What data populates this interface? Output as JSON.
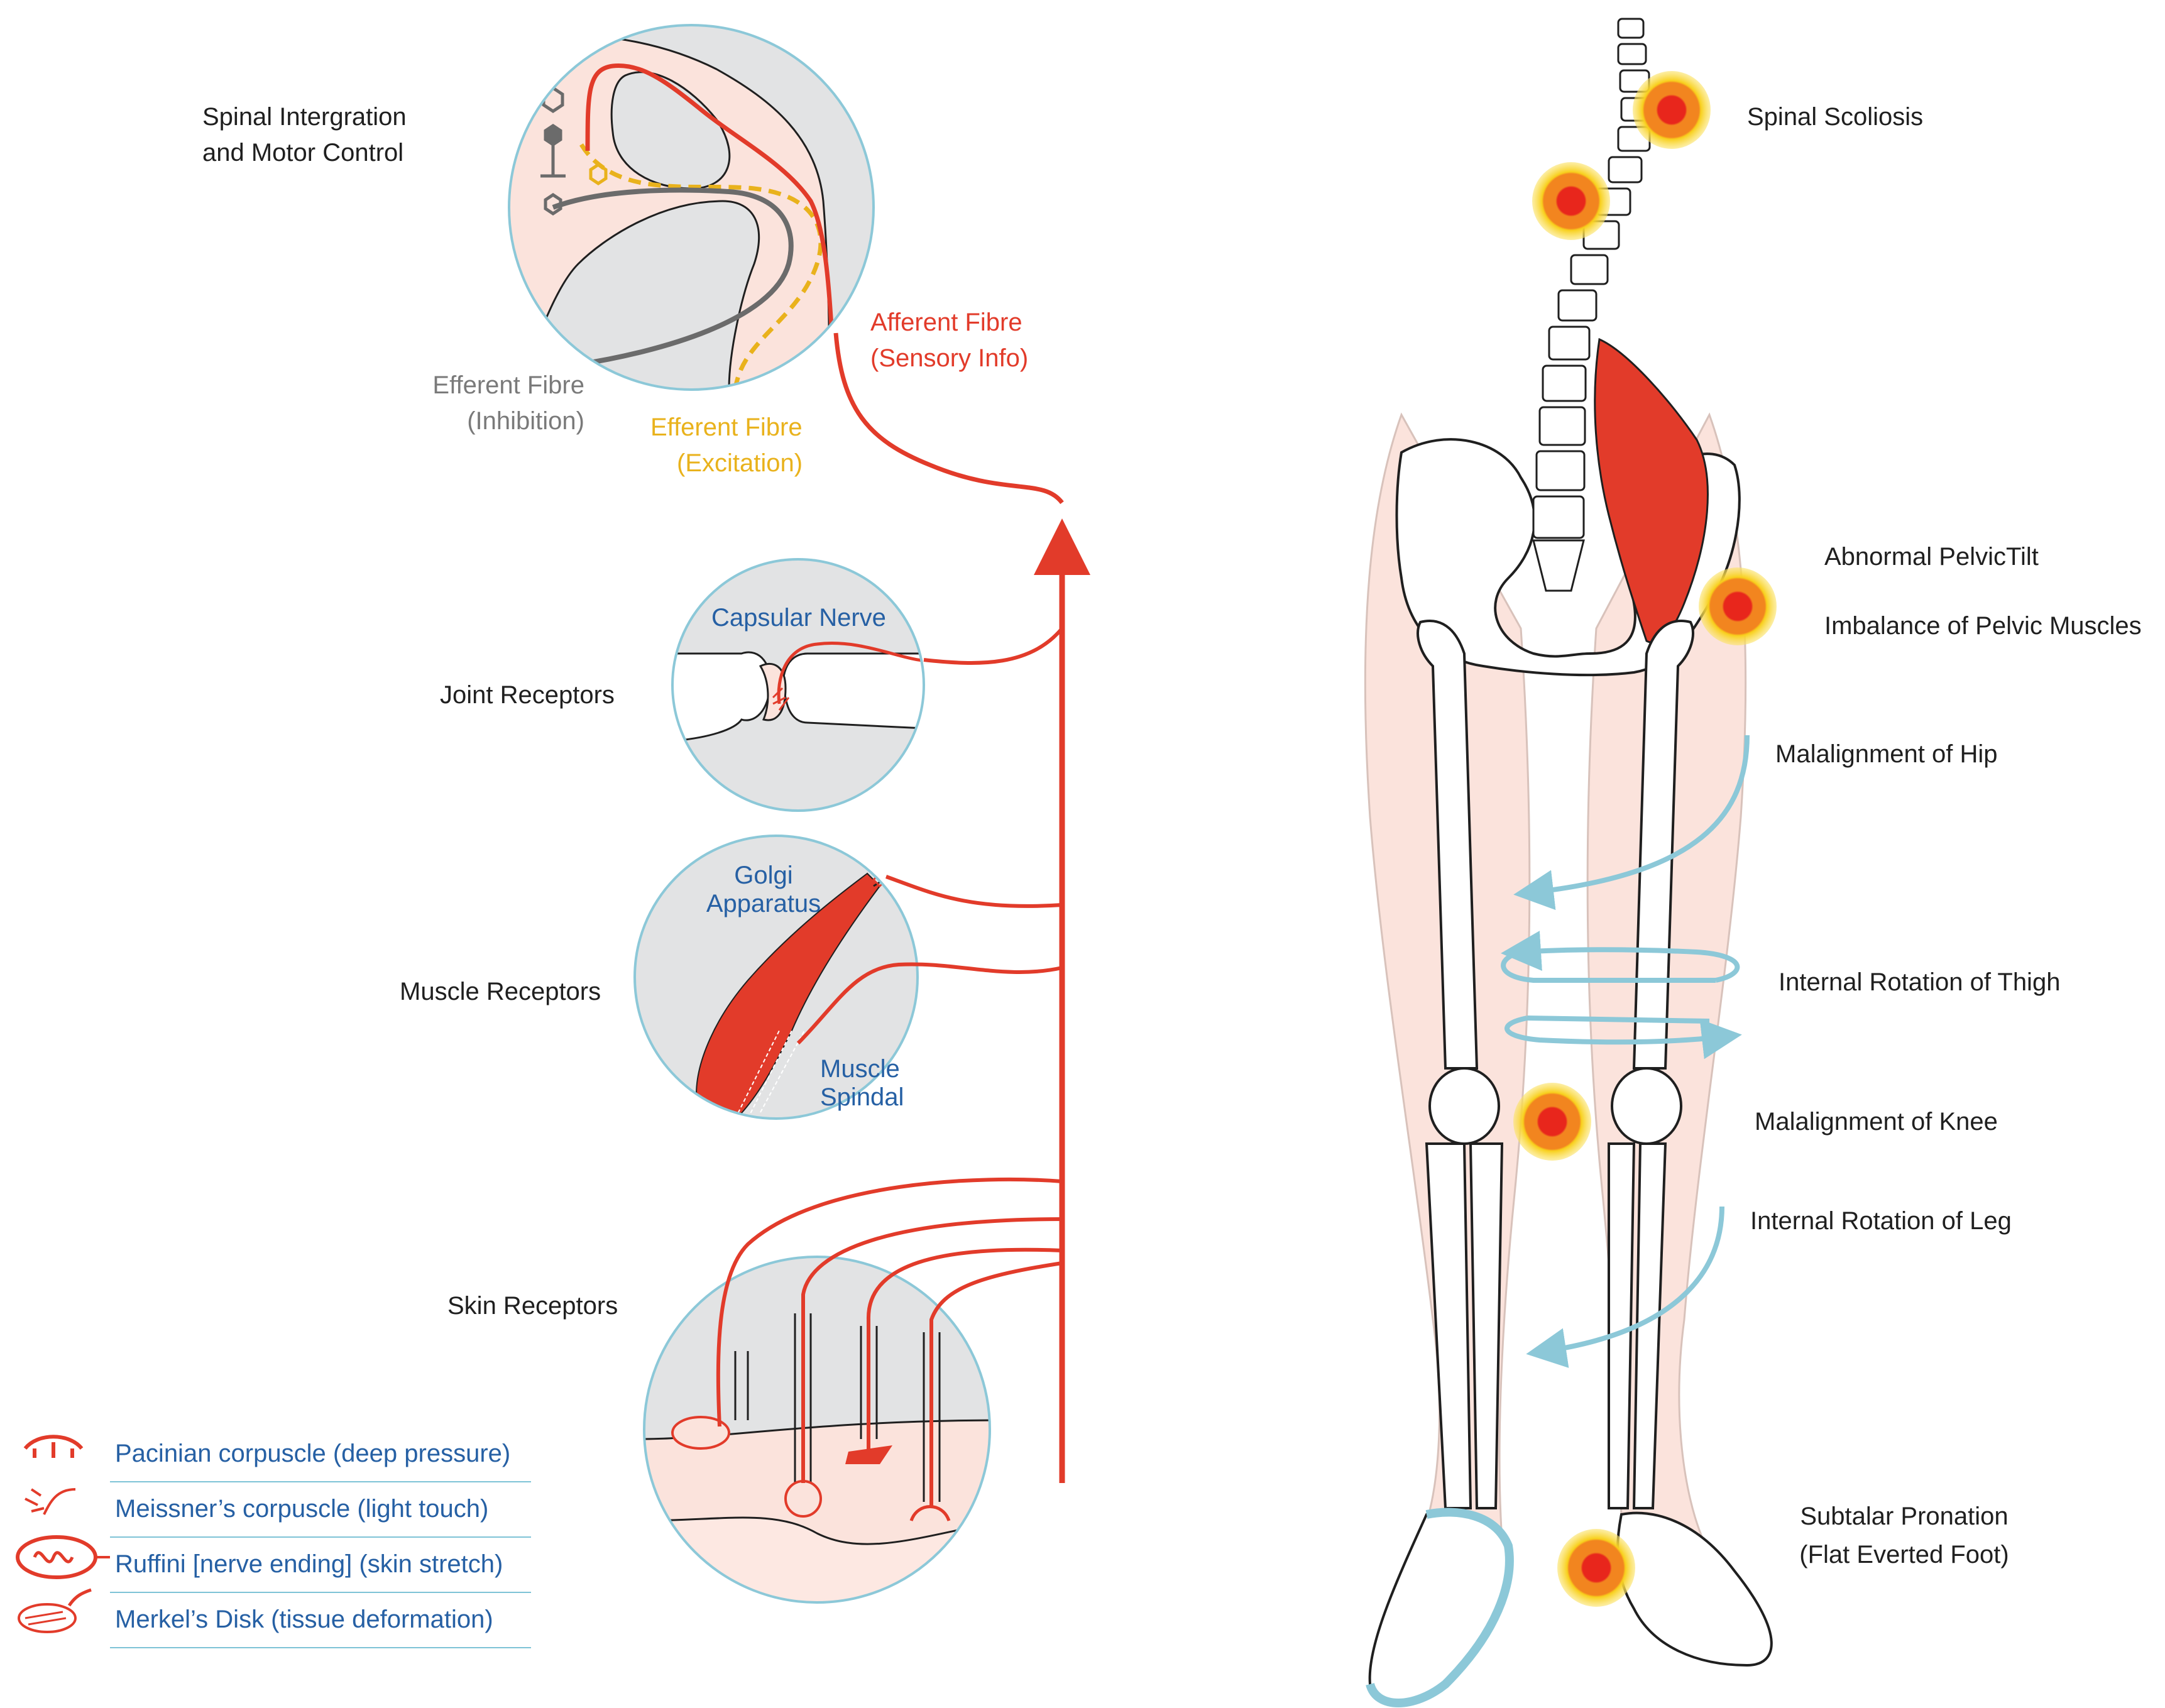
{
  "left_panel": {
    "spinal": {
      "title_line1": "Spinal Intergration",
      "title_line2": "and Motor Control"
    },
    "afferent": {
      "line1": "Afferent Fibre",
      "line2": "(Sensory Info)"
    },
    "efferent_inhibition": {
      "line1": "Efferent Fibre",
      "line2": "(Inhibition)"
    },
    "efferent_excitation": {
      "line1": "Efferent Fibre",
      "line2": "(Excitation)"
    },
    "joint": {
      "label": "Joint Receptors",
      "inset_label": "Capsular Nerve"
    },
    "muscle": {
      "label": "Muscle Receptors",
      "golgi_line1": "Golgi",
      "golgi_line2": "Apparatus",
      "spindle_line1": "Muscle",
      "spindle_line2": "Spindal"
    },
    "skin": {
      "label": "Skin Receptors"
    }
  },
  "legend": [
    {
      "label": "Pacinian corpuscle (deep pressure)",
      "icon": "pacinian-icon"
    },
    {
      "label": "Meissner’s corpuscle (light touch)",
      "icon": "meissner-icon"
    },
    {
      "label": "Ruffini [nerve ending] (skin stretch)",
      "icon": "ruffini-icon"
    },
    {
      "label": "Merkel’s Disk (tissue deformation)",
      "icon": "merkel-icon"
    }
  ],
  "right_panel": {
    "spinal_scoliosis": "Spinal Scoliosis",
    "pelvic_tilt": "Abnormal PelvicTilt",
    "pelvic_muscles": "Imbalance of Pelvic Muscles",
    "hip": "Malalignment of Hip",
    "thigh": "Internal Rotation of Thigh",
    "knee": "Malalignment of Knee",
    "leg": "Internal Rotation of Leg",
    "subtalar_line1": "Subtalar Pronation",
    "subtalar_line2": "(Flat Everted Foot)"
  },
  "colors": {
    "nerve_red": "#e23b2a",
    "inset_gray": "#e2e3e4",
    "inset_border": "#8cc8d8",
    "skin_tone": "#fbe3dc",
    "rotation_blue": "#8cc8d8",
    "label_blue": "#2660a4",
    "efferent_excitation": "#e9b21c",
    "efferent_inhibition": "#6b6b6b"
  }
}
